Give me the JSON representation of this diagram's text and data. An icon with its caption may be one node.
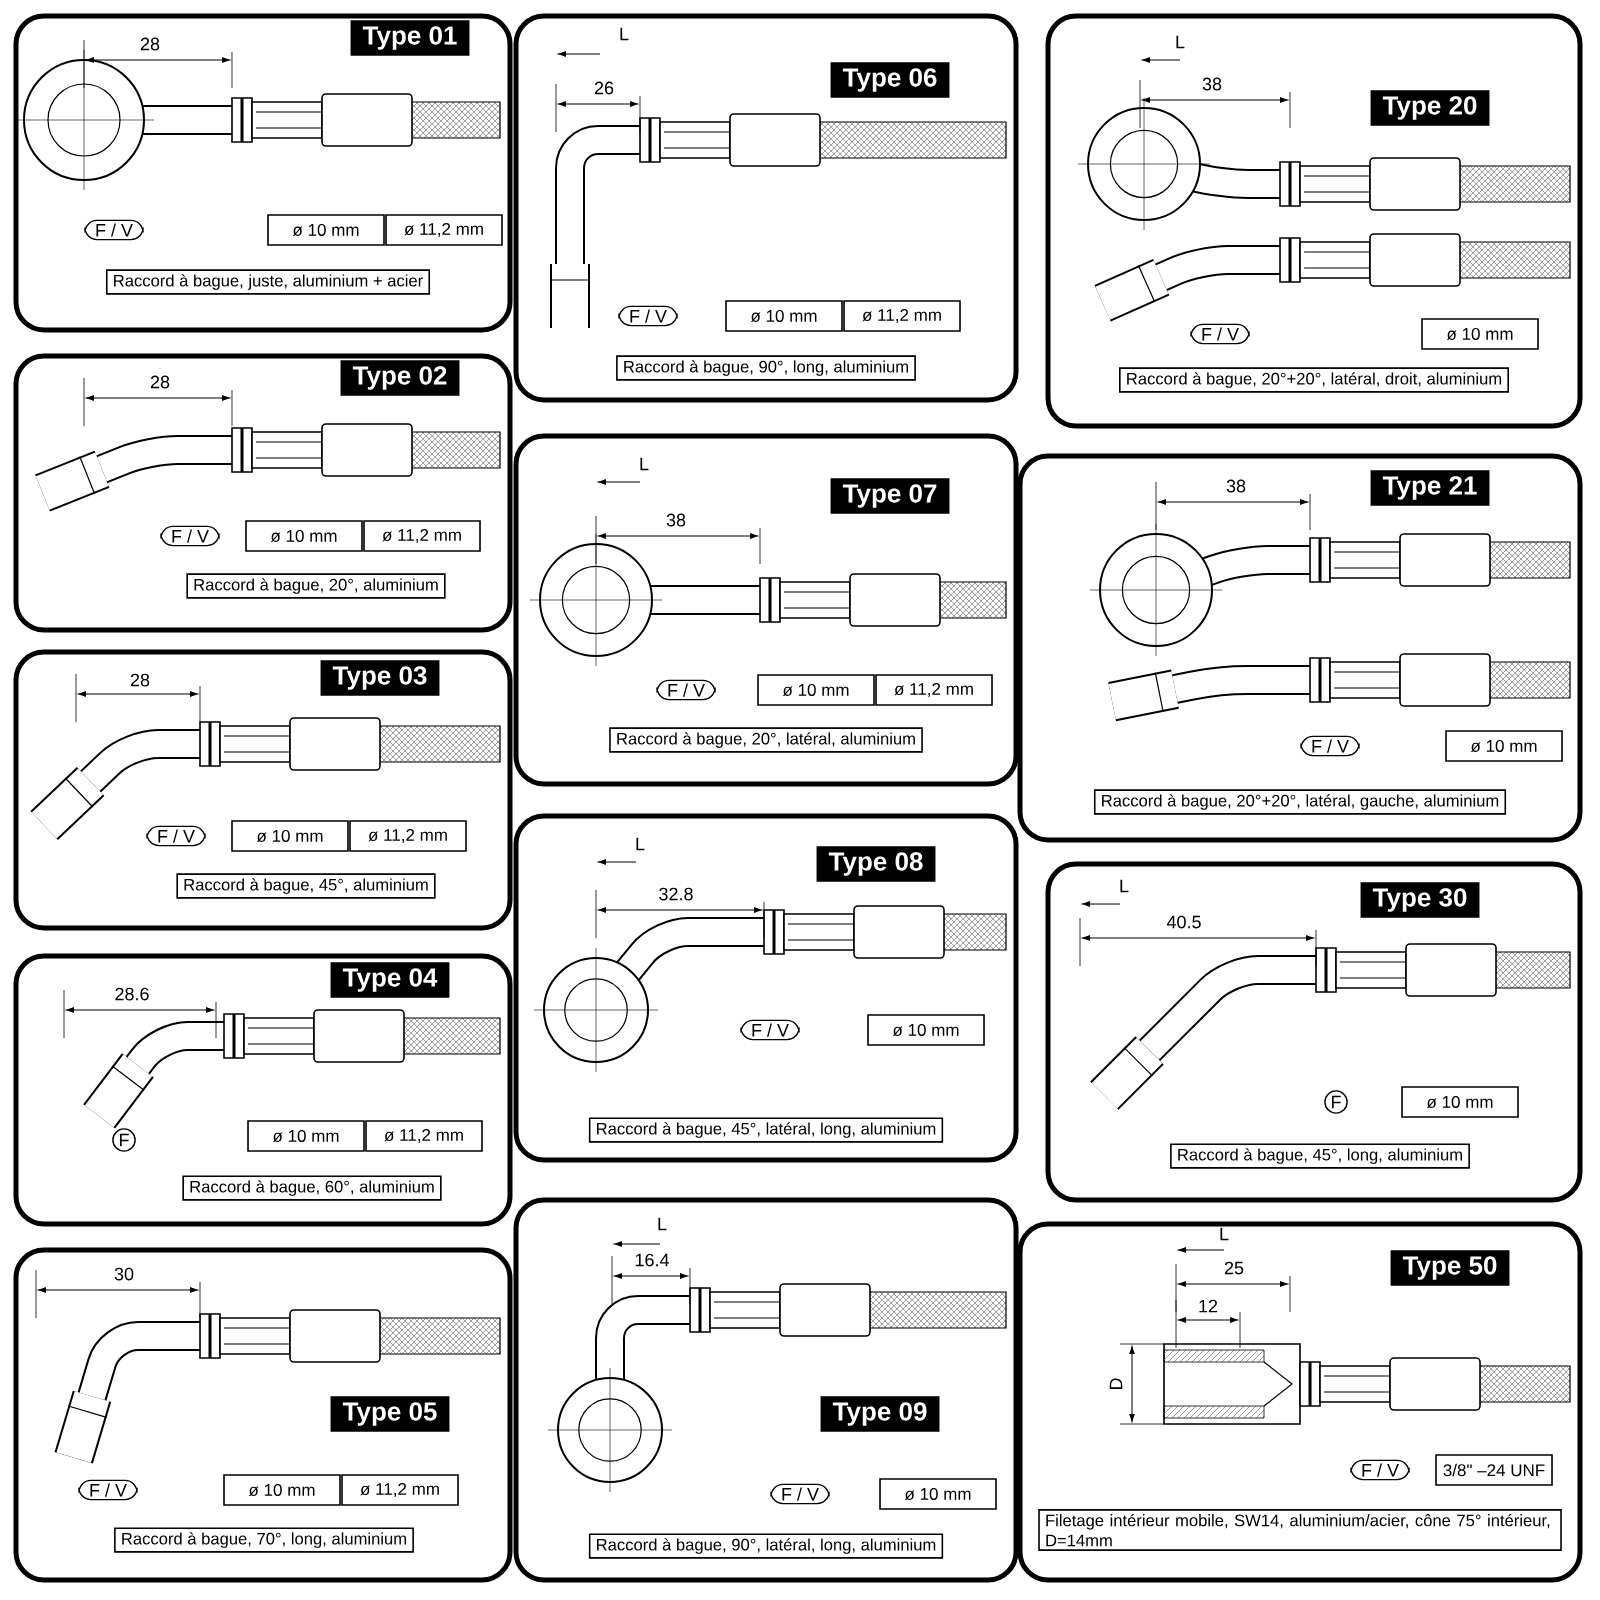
{
  "diagram": {
    "nodes": [
      {
        "text": [
          "Type 01"
        ]
      },
      {
        "text": [
          "F / V"
        ],
        "in": 0
      },
      {
        "text": [
          "ø 10 mm"
        ],
        "in": 0
      },
      {
        "text": [
          "ø 11,2 mm"
        ],
        "in": 0
      },
      {
        "text": [
          "Raccord à bague, juste, aluminium + acier"
        ],
        "in": 0
      },
      {
        "text": [
          "Type 02"
        ]
      },
      {
        "text": [
          "F / V"
        ],
        "in": 5
      },
      {
        "text": [
          "ø 10 mm"
        ],
        "in": 5
      },
      {
        "text": [
          "ø 11,2 mm"
        ],
        "in": 5
      },
      {
        "text": [
          "Raccord à bague, 20°, aluminium"
        ],
        "in": 5
      },
      {
        "text": [
          "Type 03"
        ]
      },
      {
        "text": [
          "F / V"
        ],
        "in": 10
      },
      {
        "text": [
          "ø 10 mm"
        ],
        "in": 10
      },
      {
        "text": [
          "ø 11,2 mm"
        ],
        "in": 10
      },
      {
        "text": [
          "Raccord à bague, 45°, aluminium"
        ],
        "in": 10
      },
      {
        "text": [
          "Type 04"
        ]
      },
      {
        "text": [
          "F"
        ],
        "in": 15
      },
      {
        "text": [
          "ø 10 mm"
        ],
        "in": 15
      },
      {
        "text": [
          "ø 11,2 mm"
        ],
        "in": 15
      },
      {
        "text": [
          "Raccord à bague, 60°, aluminium"
        ],
        "in": 15
      },
      {
        "text": [
          "Type 05"
        ]
      },
      {
        "text": [
          "F / V"
        ],
        "in": 20
      },
      {
        "text": [
          "ø 10 mm"
        ],
        "in": 20
      },
      {
        "text": [
          "ø 11,2 mm"
        ],
        "in": 20
      },
      {
        "text": [
          "Raccord à bague, 70°, long, aluminium"
        ],
        "in": 20
      },
      {
        "text": [
          "Type 06"
        ]
      },
      {
        "text": [
          "F / V"
        ],
        "in": 25
      },
      {
        "text": [
          "ø 10 mm"
        ],
        "in": 25
      },
      {
        "text": [
          "ø 11,2 mm"
        ],
        "in": 25
      },
      {
        "text": [
          "Raccord à bague, 90°, long, aluminium"
        ],
        "in": 25
      },
      {
        "text": [
          "Type 07"
        ]
      },
      {
        "text": [
          "F / V"
        ],
        "in": 30
      },
      {
        "text": [
          "ø 10 mm"
        ],
        "in": 30
      },
      {
        "text": [
          "ø 11,2 mm"
        ],
        "in": 30
      },
      {
        "text": [
          "Raccord à bague, 20°, latéral, aluminium"
        ],
        "in": 30
      },
      {
        "text": [
          "Type 08"
        ]
      },
      {
        "text": [
          "F / V"
        ],
        "in": 35
      },
      {
        "text": [
          "ø 10 mm"
        ],
        "in": 35
      },
      {
        "text": [
          "Raccord à bague, 45°, latéral, long, aluminium"
        ],
        "in": 35
      },
      {
        "text": [
          "Type 09"
        ]
      },
      {
        "text": [
          "F / V"
        ],
        "in": 39
      },
      {
        "text": [
          "ø 10 mm"
        ],
        "in": 39
      },
      {
        "text": [
          "Raccord à bague, 90°, latéral, long, aluminium"
        ],
        "in": 39
      },
      {
        "text": [
          "Type 20"
        ]
      },
      {
        "text": [
          "F / V"
        ],
        "in": 43
      },
      {
        "text": [
          "ø 10 mm"
        ],
        "in": 43
      },
      {
        "text": [
          "Raccord à bague, 20°+20°, latéral, droit, aluminium"
        ],
        "in": 43
      },
      {
        "text": [
          "Type 21"
        ]
      },
      {
        "text": [
          "F / V"
        ],
        "in": 47
      },
      {
        "text": [
          "ø 10 mm"
        ],
        "in": 47
      },
      {
        "text": [
          "Raccord à bague, 20°+20°, latéral, gauche, aluminium"
        ],
        "in": 47
      },
      {
        "text": [
          "Type 30"
        ]
      },
      {
        "text": [
          "F"
        ],
        "in": 51
      },
      {
        "text": [
          "ø 10 mm"
        ],
        "in": 51
      },
      {
        "text": [
          "Raccord à bague, 45°, long, aluminium"
        ],
        "in": 51
      },
      {
        "text": [
          "Type 50"
        ]
      },
      {
        "text": [
          "F / V"
        ],
        "in": 55
      },
      {
        "text": [
          "3/8\" –24 UNF"
        ],
        "in": 55
      },
      {
        "text": [
          "Filetage intérieur mobile, SW14, aluminium/acier, cône 75° intérieur, D=14mm"
        ],
        "in": 55
      }
    ],
    "labels": [
      "28",
      "28",
      "28",
      "28.6",
      "30",
      "L",
      "26",
      "L",
      "38",
      "L",
      "32.8",
      "L",
      "16.4",
      "L",
      "38",
      "38",
      "L",
      "40.5",
      "L",
      "25",
      "12",
      "D"
    ]
  }
}
